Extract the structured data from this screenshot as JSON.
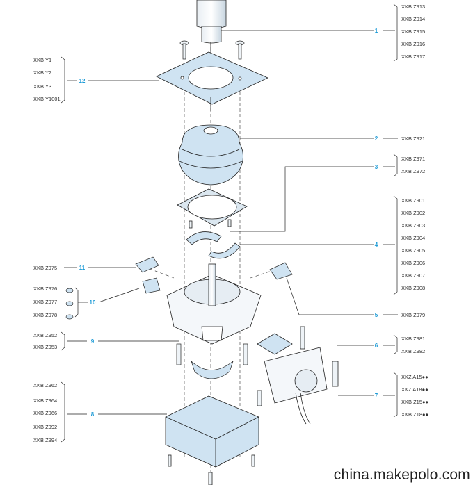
{
  "callouts": [
    {
      "id": "c1",
      "number": "1",
      "refs": [
        "XKB Z913",
        "XKB Z914",
        "XKB Z915",
        "XKB Z916",
        "XKB Z917"
      ]
    },
    {
      "id": "c2",
      "number": "2",
      "refs": [
        "XKB Z921"
      ]
    },
    {
      "id": "c3",
      "number": "3",
      "refs": [
        "XKB Z971",
        "XKB Z972"
      ]
    },
    {
      "id": "c4",
      "number": "4",
      "refs": [
        "XKB Z901",
        "XKB Z902",
        "XKB Z903",
        "XKB Z904",
        "XKB Z905",
        "XKB Z906",
        "XKB Z907",
        "XKB Z908"
      ]
    },
    {
      "id": "c5",
      "number": "5",
      "refs": [
        "XKB Z979"
      ]
    },
    {
      "id": "c6",
      "number": "6",
      "refs": [
        "XKB Z981",
        "XKB Z982"
      ]
    },
    {
      "id": "c7",
      "number": "7",
      "refs": [
        "XKZ A15●●",
        "XKZ A18●●",
        "XKB Z15●●",
        "XKB Z18●●"
      ]
    },
    {
      "id": "c12",
      "number": "12",
      "refs": [
        "XKB Y1",
        "XKB Y2",
        "XKB Y3",
        "XKB Y1001"
      ]
    },
    {
      "id": "c11",
      "number": "11",
      "refs": [
        "XKB Z975"
      ]
    },
    {
      "id": "c10",
      "number": "10",
      "refs": [
        "XKB Z976",
        "XKB Z977",
        "XKB Z978"
      ]
    },
    {
      "id": "c9",
      "number": "9",
      "refs": [
        "XKB Z952",
        "XKB Z953"
      ]
    },
    {
      "id": "c8",
      "number": "8",
      "refs": [
        "XKB Z962",
        "XKB Z964",
        "XKB Z966",
        "XKB Z992",
        "XKB Z994"
      ]
    }
  ],
  "watermark": "china.makepolo.com",
  "colors": {
    "accent": "#1b9ad6",
    "highlight": "#cfe3f2",
    "line": "#222222"
  }
}
